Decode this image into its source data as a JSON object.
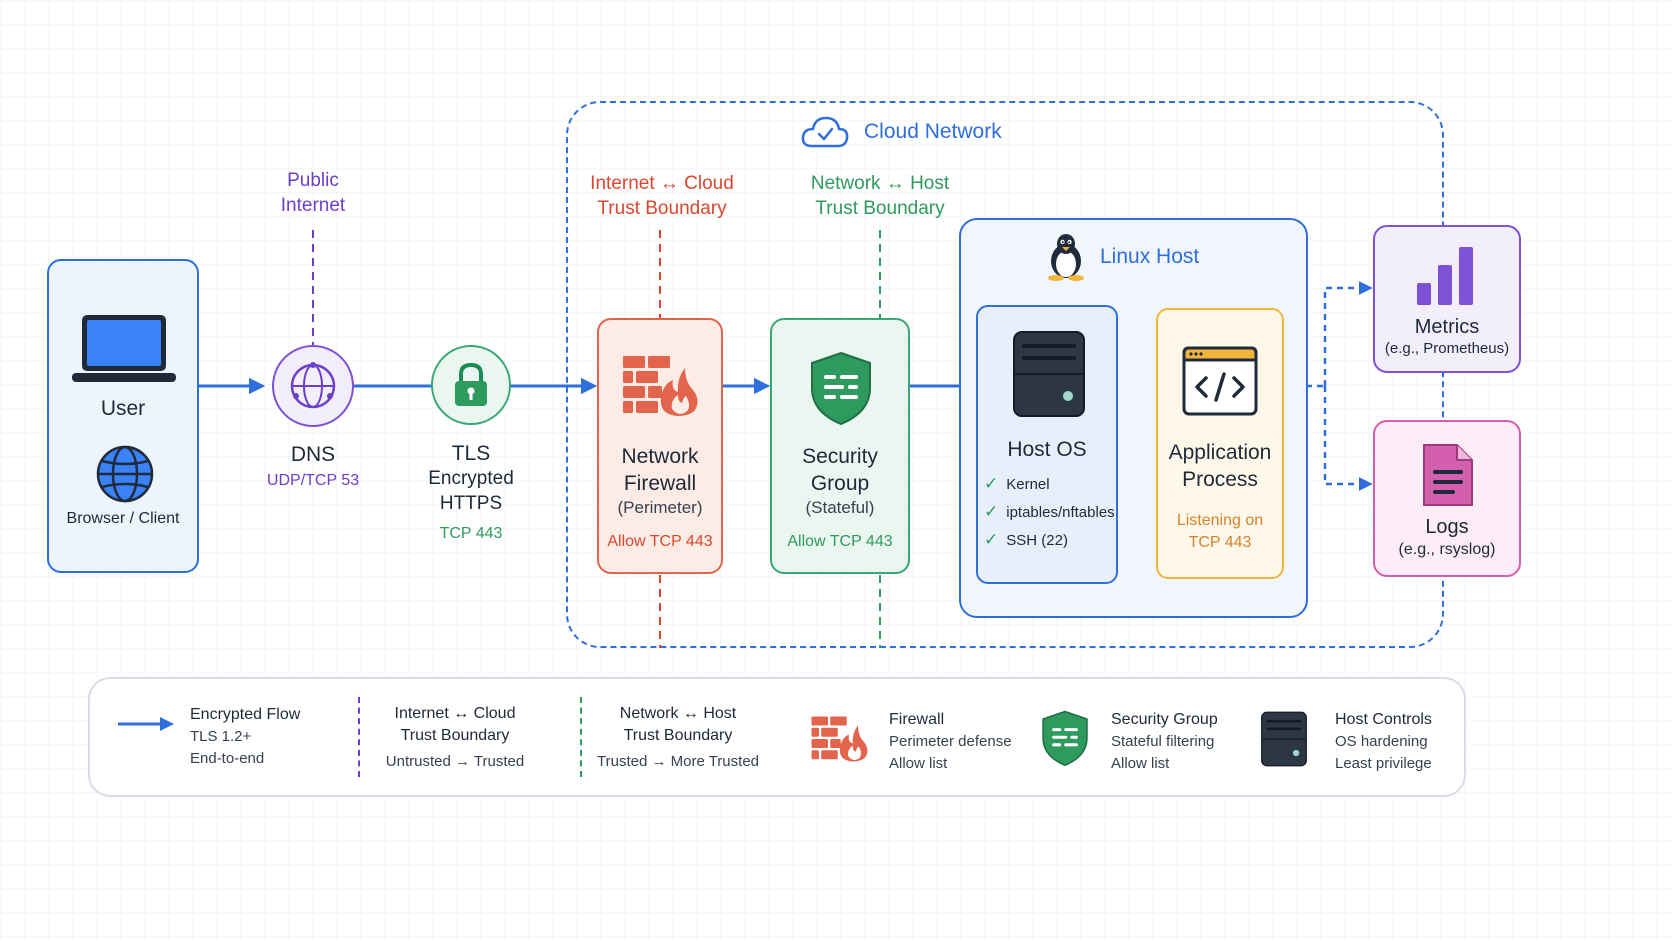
{
  "colors": {
    "flow": "#2f6fdb",
    "public_internet": "#6c3fc9",
    "internet_cloud_boundary": "#d9482e",
    "network_host_boundary": "#2f9a5e",
    "firewall": "#e2644c",
    "security_group": "#3aa675",
    "app": "#f2b53c",
    "metrics": "#7d52d6",
    "logs": "#d45fae"
  },
  "cloud_network": {
    "label": "Cloud Network",
    "icon": "cloud-check-icon"
  },
  "boundaries": {
    "public_internet": {
      "line1": "Public",
      "line2": "Internet"
    },
    "internet_cloud": {
      "line1": "Internet ↔ Cloud",
      "line2": "Trust Boundary"
    },
    "network_host": {
      "line1": "Network ↔ Host",
      "line2": "Trust Boundary"
    }
  },
  "nodes": {
    "user": {
      "label": "User",
      "icon": "laptop-icon",
      "client_label": "Browser / Client",
      "client_icon": "globe-icon"
    },
    "dns": {
      "label": "DNS",
      "protocol": "UDP/TCP 53",
      "icon": "dns-globe-icon"
    },
    "tls": {
      "line1": "TLS",
      "line2": "Encrypted",
      "line3": "HTTPS",
      "port": "TCP 443",
      "icon": "lock-icon"
    },
    "firewall": {
      "line1": "Network",
      "line2": "Firewall",
      "qualifier": "(Perimeter)",
      "rule": "Allow TCP 443",
      "icon": "firewall-icon"
    },
    "security_group": {
      "line1": "Security",
      "line2": "Group",
      "qualifier": "(Stateful)",
      "rule": "Allow TCP 443",
      "icon": "shield-icon"
    },
    "linux_host": {
      "label": "Linux Host",
      "icon": "tux-icon"
    },
    "host_os": {
      "label": "Host OS",
      "icon": "server-icon",
      "checks": [
        "Kernel",
        "iptables/nftables",
        "SSH (22)"
      ]
    },
    "app": {
      "line1": "Application",
      "line2": "Process",
      "status1": "Listening on",
      "status2": "TCP 443",
      "icon": "code-window-icon"
    },
    "metrics": {
      "label": "Metrics",
      "example": "(e.g., Prometheus)",
      "icon": "bar-chart-icon"
    },
    "logs": {
      "label": "Logs",
      "example": "(e.g., rsyslog)",
      "icon": "document-icon"
    }
  },
  "legend": {
    "encrypted_flow": {
      "title": "Encrypted Flow",
      "line1": "TLS 1.2+",
      "line2": "End-to-end",
      "icon": "arrow-right-icon"
    },
    "internet_cloud": {
      "line1": "Internet ↔ Cloud",
      "line2": "Trust Boundary",
      "line3": "Untrusted → Trusted"
    },
    "network_host": {
      "line1": "Network ↔ Host",
      "line2": "Trust Boundary",
      "line3": "Trusted → More Trusted"
    },
    "firewall": {
      "title": "Firewall",
      "line1": "Perimeter defense",
      "line2": "Allow list",
      "icon": "firewall-icon"
    },
    "security_group": {
      "title": "Security Group",
      "line1": "Stateful filtering",
      "line2": "Allow list",
      "icon": "shield-icon"
    },
    "host_controls": {
      "title": "Host Controls",
      "line1": "OS hardening",
      "line2": "Least privilege",
      "icon": "server-icon"
    }
  }
}
